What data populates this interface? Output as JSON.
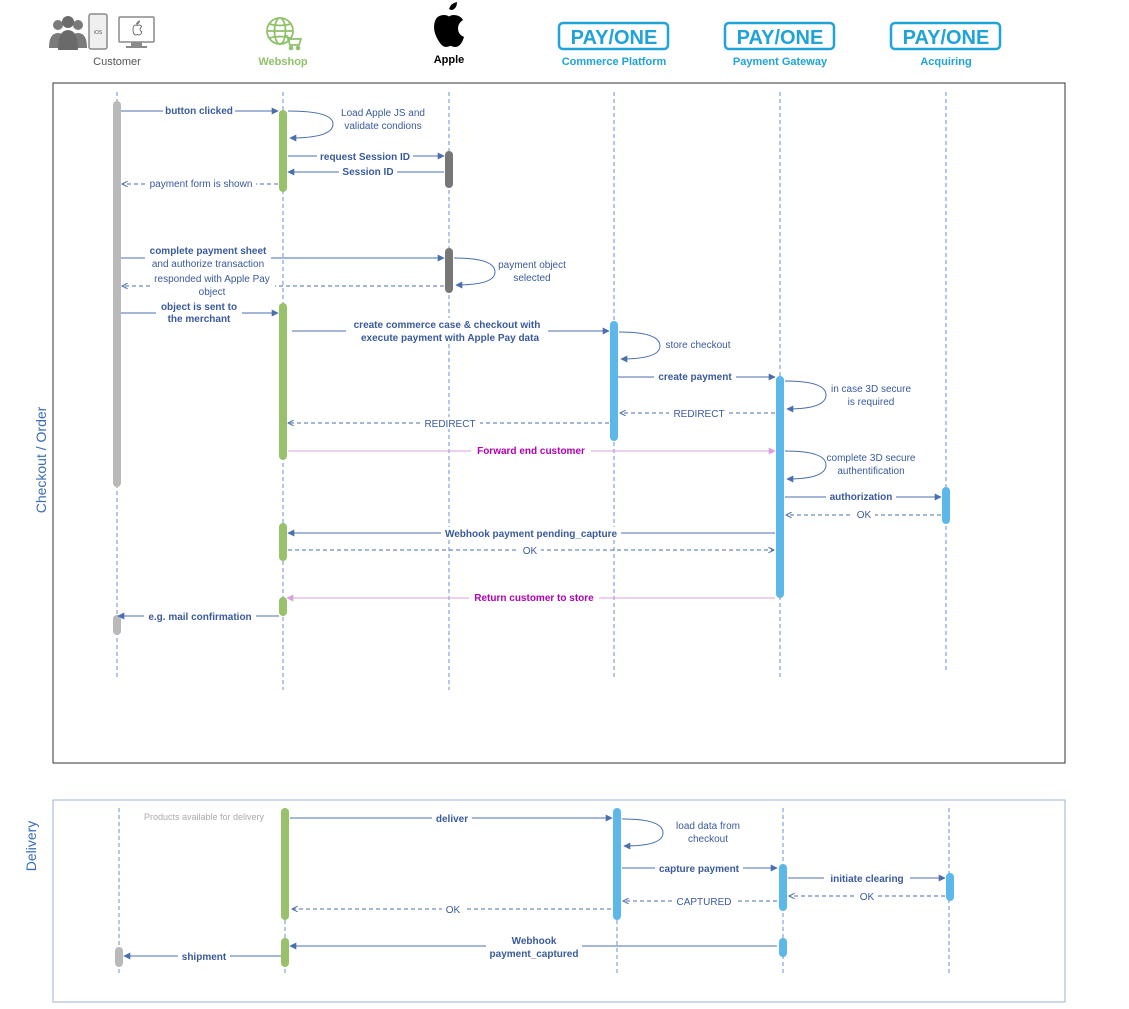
{
  "colors": {
    "arrow": "#4a6fae",
    "text": "#3a5a9c",
    "magenta": "#b200b2",
    "magenta_line": "#d9a0e0",
    "customer_bar": "#b9b9b9",
    "webshop_bar": "#97c26a",
    "apple_bar": "#777777",
    "payone_bar": "#5bb8e8",
    "payone_brand": "#1fa3d9",
    "webshop_label": "#8fc16a",
    "frame": "#333333",
    "delivery_frame": "#9bb3d6"
  },
  "participants": [
    {
      "key": "customer",
      "label": "Customer",
      "icon": "customer-devices-icon"
    },
    {
      "key": "webshop",
      "label": "Webshop",
      "icon": "globe-cart-icon"
    },
    {
      "key": "apple",
      "label": "Apple",
      "icon": "apple-logo-icon"
    },
    {
      "key": "commerce",
      "label": "Commerce Platform",
      "icon": "payone-logo",
      "logo": "PAY/ONE"
    },
    {
      "key": "gateway",
      "label": "Payment Gateway",
      "icon": "payone-logo",
      "logo": "PAY/ONE"
    },
    {
      "key": "acquiring",
      "label": "Acquiring",
      "icon": "payone-logo",
      "logo": "PAY/ONE"
    }
  ],
  "icon_text": {
    "ios": "iOS"
  },
  "sections": {
    "checkout": "Checkout / Order",
    "delivery": "Delivery"
  },
  "notes": {
    "products_available": "Products available for delivery"
  },
  "messages": {
    "button_clicked": "button clicked",
    "load_apple_js": [
      "Load Apple JS and",
      "validate condions"
    ],
    "request_session": "request Session ID",
    "session_id": "Session ID",
    "payment_form_shown": "payment form is shown",
    "complete_sheet": [
      "complete payment sheet",
      "and authorize transaction"
    ],
    "payment_object_selected": [
      "payment object",
      "selected"
    ],
    "responded_apple_pay": [
      "responded with Apple Pay",
      "object"
    ],
    "object_sent": [
      "object is sent to",
      "the merchant"
    ],
    "create_case": [
      "create commerce case & checkout with",
      "execute payment with Apple Pay data"
    ],
    "store_checkout": "store checkout",
    "create_payment": "create payment",
    "in_case_3ds": [
      "in case 3D secure",
      "is required"
    ],
    "redirect_gateway": "REDIRECT",
    "redirect_commerce": "REDIRECT",
    "forward_customer": "Forward  end customer",
    "complete_3ds": [
      "complete 3D secure",
      "authentification"
    ],
    "authorization": "authorization",
    "ok_acquiring": "OK",
    "webhook_pending": "Webhook payment pending_capture",
    "ok_webhook": "OK",
    "return_customer": "Return customer to store",
    "mail_confirmation": "e.g. mail confirmation",
    "deliver": "deliver",
    "load_data": [
      "load data from",
      "checkout"
    ],
    "capture_payment": "capture payment",
    "initiate_clearing": "initiate clearing",
    "ok_clearing": "OK",
    "captured": "CAPTURED",
    "ok_deliver": "OK",
    "webhook_captured": [
      "Webhook",
      "payment_captured"
    ],
    "shipment": "shipment"
  }
}
